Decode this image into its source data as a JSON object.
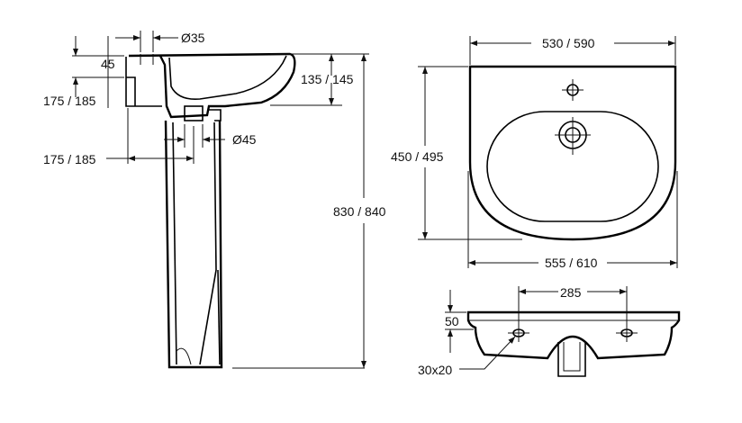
{
  "labels": {
    "tap_hole_dia": "Ø35",
    "rim_height": "45",
    "inner_offset": "175 / 185",
    "basin_depth": "135 / 145",
    "waste_dia": "Ø45",
    "outer_offset": "175 / 185",
    "total_height": "830 / 840",
    "top_width": "530 / 590",
    "projection": "450 / 495",
    "overall_width": "555 / 610",
    "fixing_spacing": "285",
    "front_height": "50",
    "fixing_slot": "30x20"
  },
  "colors": {
    "ink": "#000000",
    "background": "#ffffff"
  }
}
